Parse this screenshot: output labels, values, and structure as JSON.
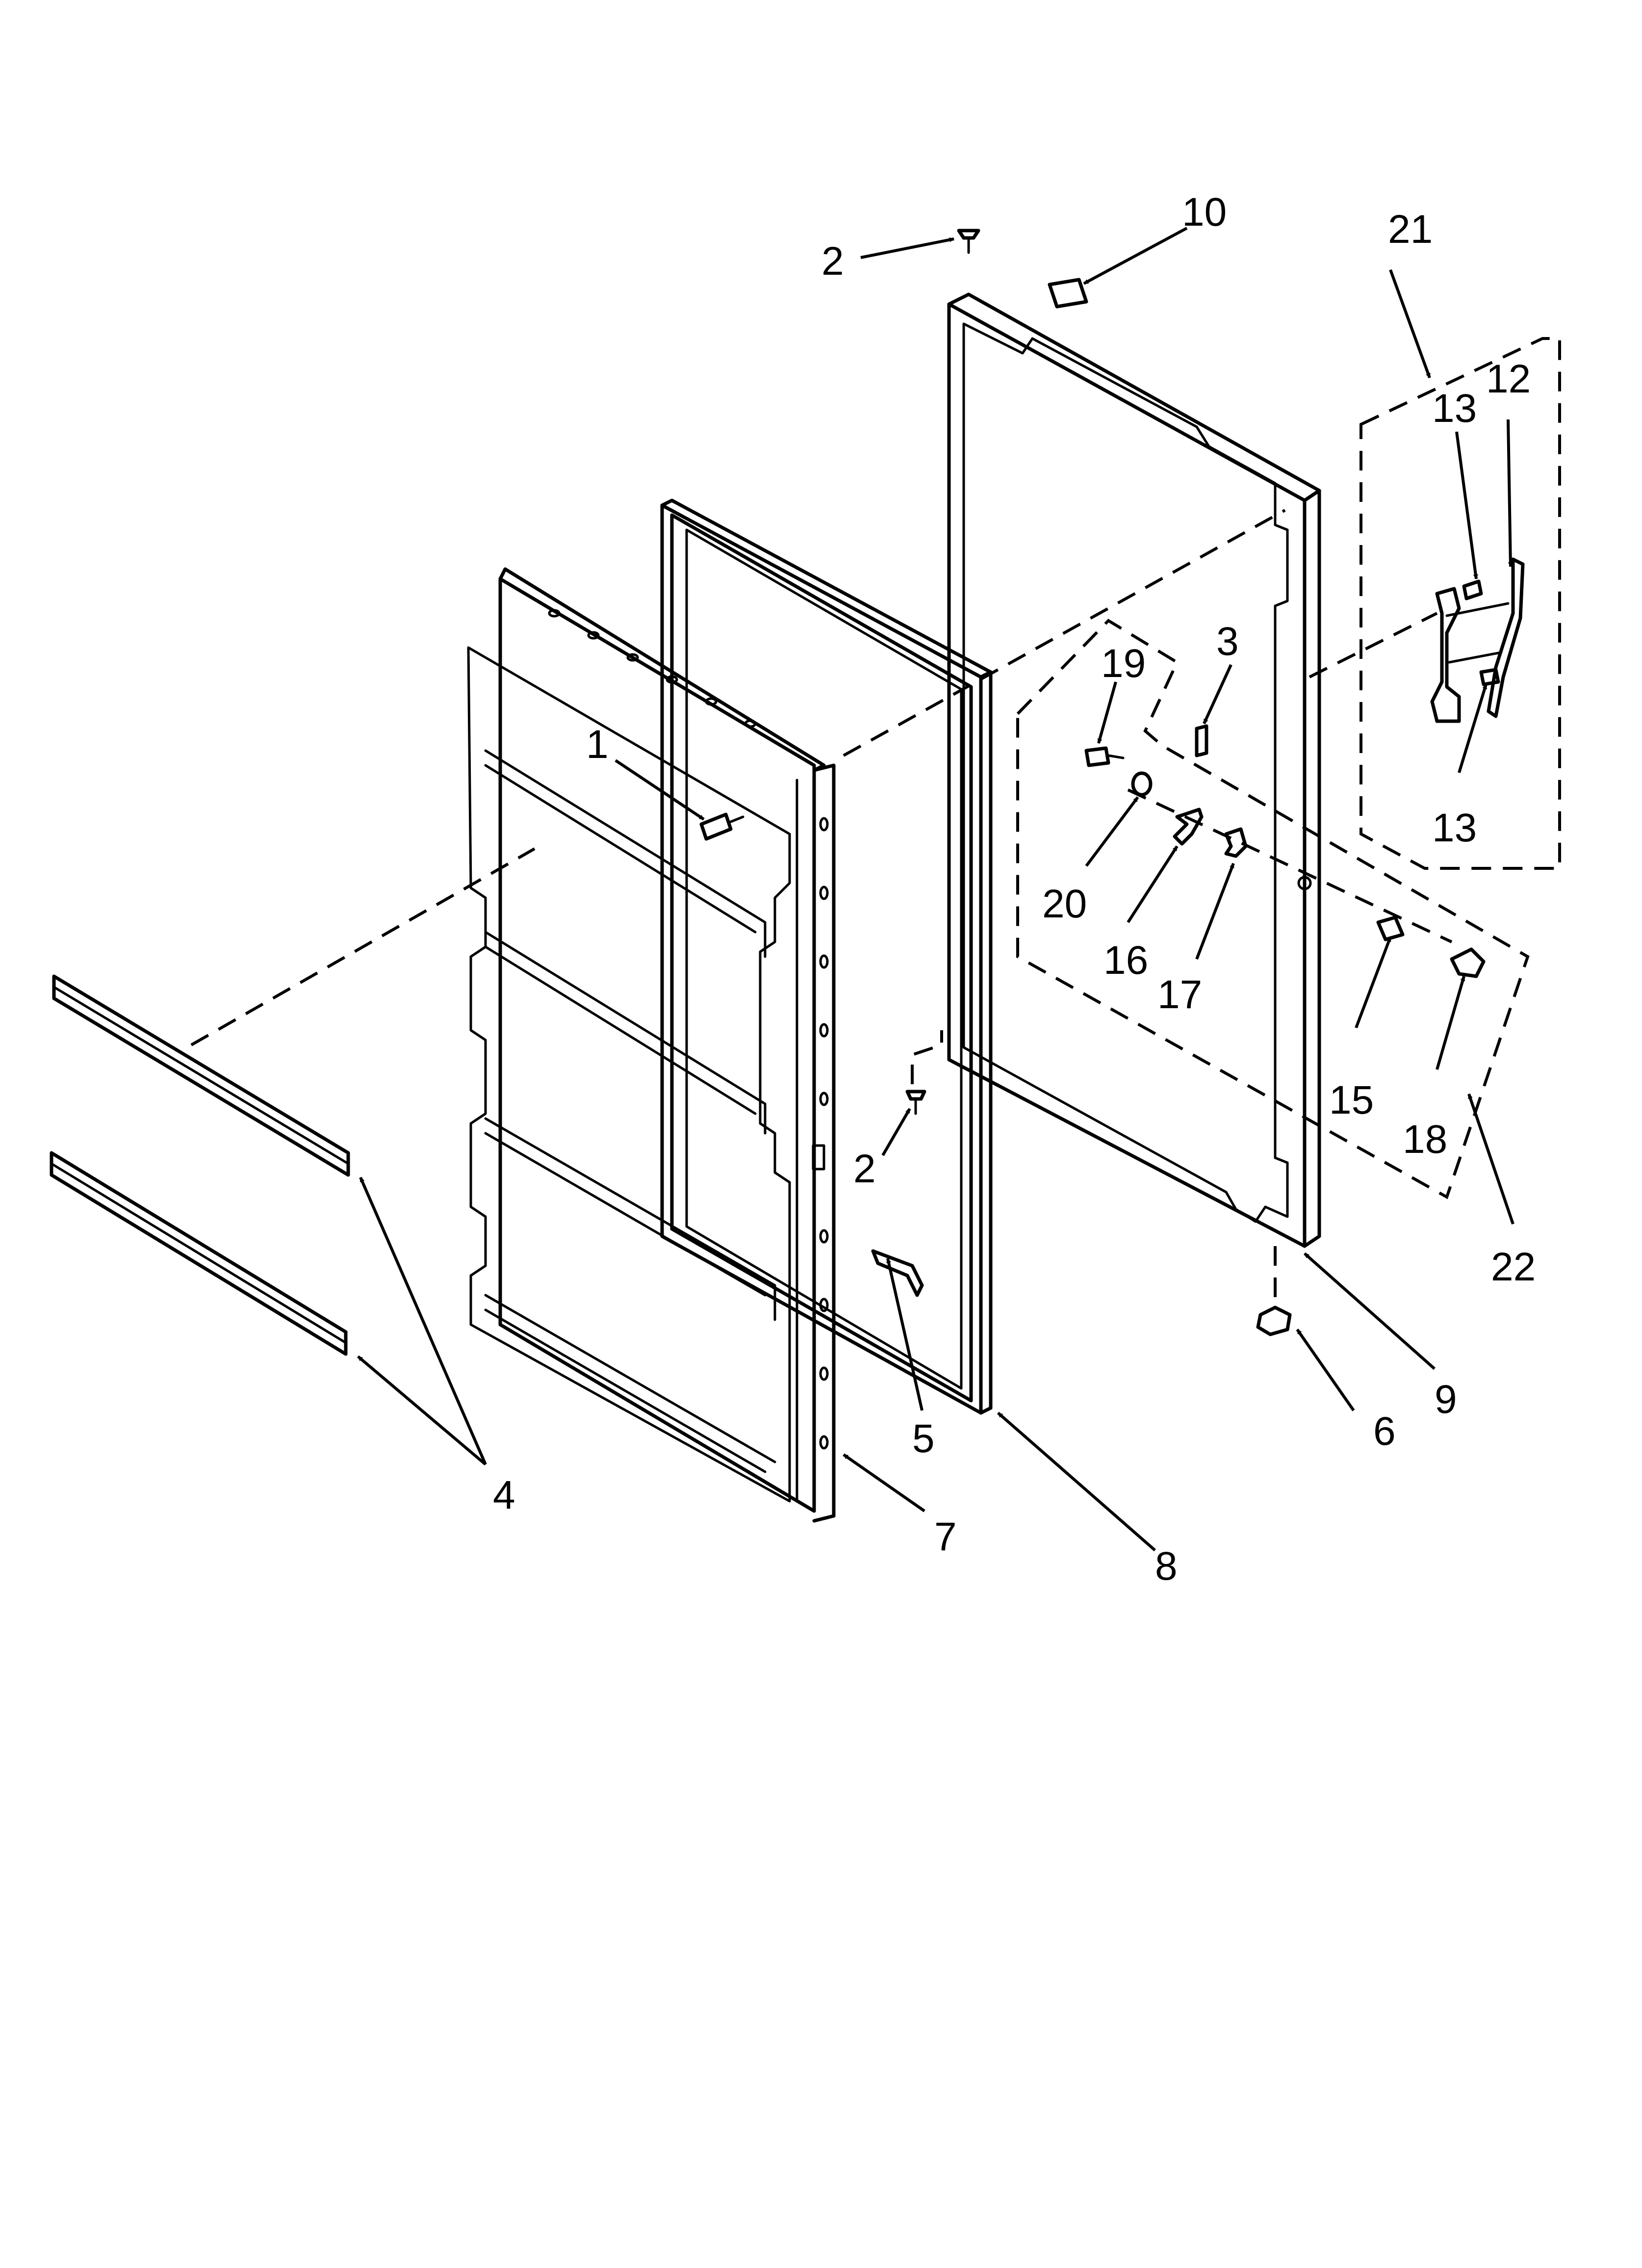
{
  "callouts": [
    {
      "id": "c1",
      "text": "1"
    },
    {
      "id": "c2a",
      "text": "2"
    },
    {
      "id": "c2b",
      "text": "2"
    },
    {
      "id": "c3",
      "text": "3"
    },
    {
      "id": "c4",
      "text": "4"
    },
    {
      "id": "c5",
      "text": "5"
    },
    {
      "id": "c6",
      "text": "6"
    },
    {
      "id": "c7",
      "text": "7"
    },
    {
      "id": "c8",
      "text": "8"
    },
    {
      "id": "c9",
      "text": "9"
    },
    {
      "id": "c10",
      "text": "10"
    },
    {
      "id": "c12",
      "text": "12"
    },
    {
      "id": "c13a",
      "text": "13"
    },
    {
      "id": "c13b",
      "text": "13"
    },
    {
      "id": "c15",
      "text": "15"
    },
    {
      "id": "c16",
      "text": "16"
    },
    {
      "id": "c17",
      "text": "17"
    },
    {
      "id": "c18",
      "text": "18"
    },
    {
      "id": "c19",
      "text": "19"
    },
    {
      "id": "c20",
      "text": "20"
    },
    {
      "id": "c21",
      "text": "21"
    },
    {
      "id": "c22",
      "text": "22"
    }
  ]
}
